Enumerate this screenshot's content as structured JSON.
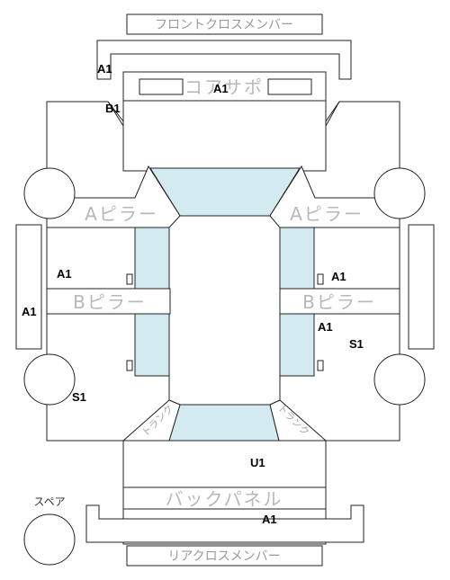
{
  "labels": {
    "front_cross_member": "フロントクロスメンバー",
    "core_support": "コアサポ",
    "a_pillar_left": "Aピラー",
    "a_pillar_right": "Aピラー",
    "b_pillar_left": "Bピラー",
    "b_pillar_right": "Bピラー",
    "trunk_left": "トランク",
    "trunk_right": "トランク",
    "back_panel": "バックパネル",
    "spare": "スペア",
    "rear_cross_member": "リアクロスメンバー"
  },
  "codes": {
    "front_member": "A1",
    "core_support": "A1",
    "front_left_apron": "B1",
    "left_side_upper": "A1",
    "left_rocker": "A1",
    "left_rear": "S1",
    "right_side_upper": "A1",
    "right_side_lower": "A1",
    "right_rear": "S1",
    "trunk": "U1",
    "rear_member": "A1"
  },
  "colors": {
    "glass": "#d4eaf1",
    "line": "#222222",
    "label_gray": "#9a9a9a"
  }
}
